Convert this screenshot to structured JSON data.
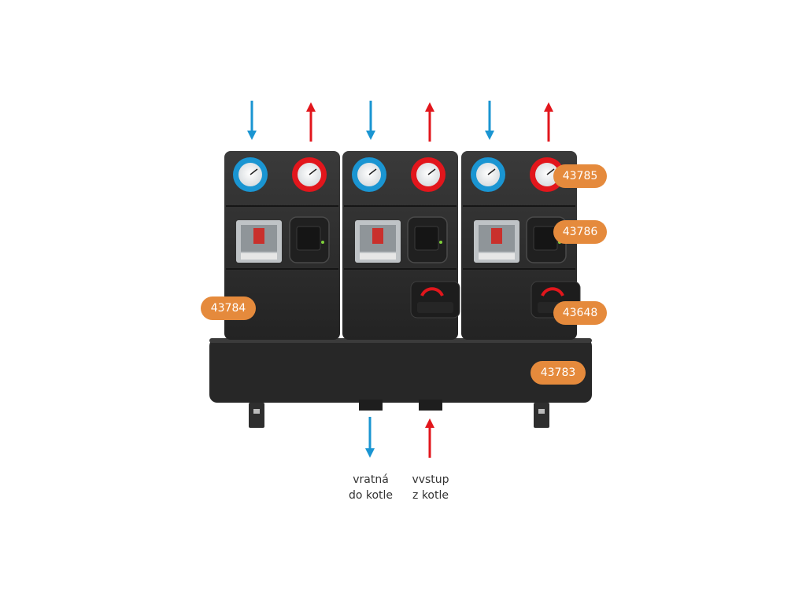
{
  "colors": {
    "cold": "#1a95d2",
    "hot": "#e2161c",
    "badge": "#e58a3c",
    "body": "#2a2a2a"
  },
  "badges": {
    "gauges": "43785",
    "pump": "43786",
    "module": "43784",
    "actuator": "43648",
    "manifold": "43783"
  },
  "labels": {
    "return_line1": "vratná",
    "return_line2": "do kotle",
    "supply_line1": "vvstup",
    "supply_line2": "z kotle"
  },
  "modules": [
    {
      "name": "module-1",
      "actuator": false
    },
    {
      "name": "module-2",
      "actuator": true
    },
    {
      "name": "module-3",
      "actuator": true
    }
  ]
}
